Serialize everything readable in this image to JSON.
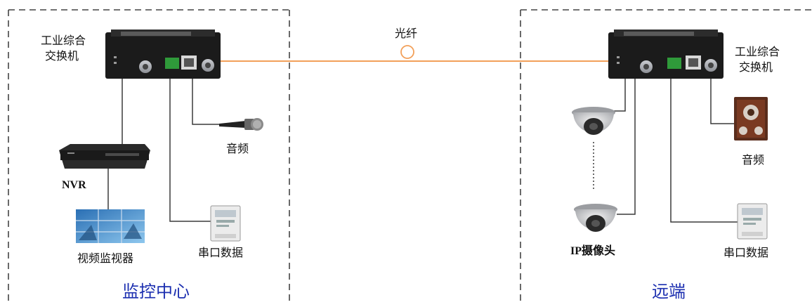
{
  "fiber": {
    "label": "光纤"
  },
  "left": {
    "zone_label": "监控中心",
    "switch_label_line1": "工业综合",
    "switch_label_line2": "交换机",
    "nvr_label": "NVR",
    "monitor_label": "视频监视器",
    "audio_label": "音频",
    "serial_label": "串口数据"
  },
  "right": {
    "zone_label": "远端",
    "switch_label_line1": "工业综合",
    "switch_label_line2": "交换机",
    "camera_label": "IP摄像头",
    "audio_label": "音频",
    "serial_label": "串口数据"
  },
  "colors": {
    "fiber_line": "#f2a05a",
    "zone_title": "#1c2fb0",
    "device_body": "#1b1b1b",
    "connector_green": "#2f9a3a"
  }
}
